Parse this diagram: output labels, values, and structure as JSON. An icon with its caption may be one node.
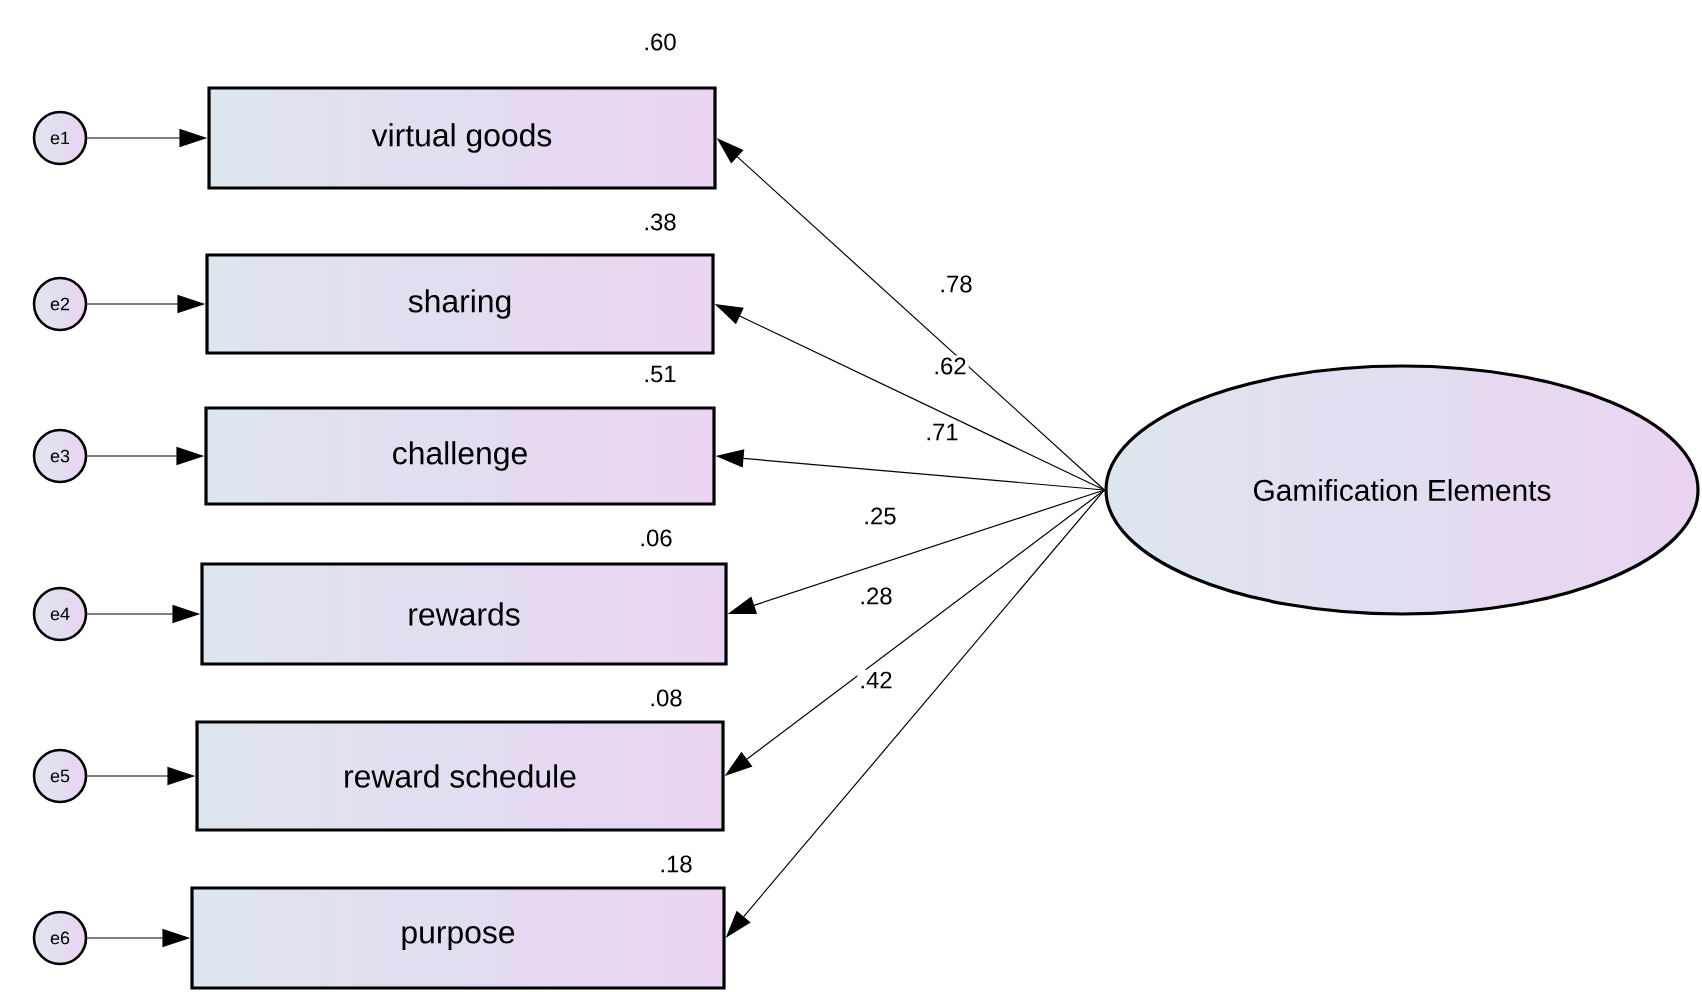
{
  "diagram": {
    "nodes": [
      {
        "text": [
          "Gamification Elements"
        ]
      },
      {
        "text": [
          "virtual goods"
        ],
        "beside": [
          ".60"
        ]
      },
      {
        "text": [
          "sharing"
        ],
        "beside": [
          ".38"
        ]
      },
      {
        "text": [
          "challenge"
        ],
        "beside": [
          ".51"
        ]
      },
      {
        "text": [
          "rewards"
        ],
        "beside": [
          ".06"
        ]
      },
      {
        "text": [
          "reward schedule"
        ],
        "beside": [
          ".08"
        ]
      },
      {
        "text": [
          "purpose"
        ],
        "beside": [
          ".18"
        ]
      },
      {
        "text": [
          "e1"
        ]
      },
      {
        "text": [
          "e2"
        ]
      },
      {
        "text": [
          "e3"
        ]
      },
      {
        "text": [
          "e4"
        ]
      },
      {
        "text": [
          "e5"
        ]
      },
      {
        "text": [
          "e6"
        ]
      }
    ],
    "edges": [
      {
        "from": 0,
        "to": 1,
        "arrow": "to",
        "label": ".78"
      },
      {
        "from": 0,
        "to": 2,
        "arrow": "to",
        "label": ".62"
      },
      {
        "from": 0,
        "to": 3,
        "arrow": "to",
        "label": ".71"
      },
      {
        "from": 0,
        "to": 4,
        "arrow": "to",
        "label": ".25"
      },
      {
        "from": 0,
        "to": 5,
        "arrow": "to",
        "label": ".28"
      },
      {
        "from": 0,
        "to": 6,
        "arrow": "to",
        "label": ".42"
      },
      {
        "from": 7,
        "to": 1,
        "arrow": "to"
      },
      {
        "from": 8,
        "to": 2,
        "arrow": "to"
      },
      {
        "from": 9,
        "to": 3,
        "arrow": "to"
      },
      {
        "from": 10,
        "to": 4,
        "arrow": "to"
      },
      {
        "from": 11,
        "to": 5,
        "arrow": "to"
      },
      {
        "from": 12,
        "to": 6,
        "arrow": "to"
      }
    ]
  }
}
